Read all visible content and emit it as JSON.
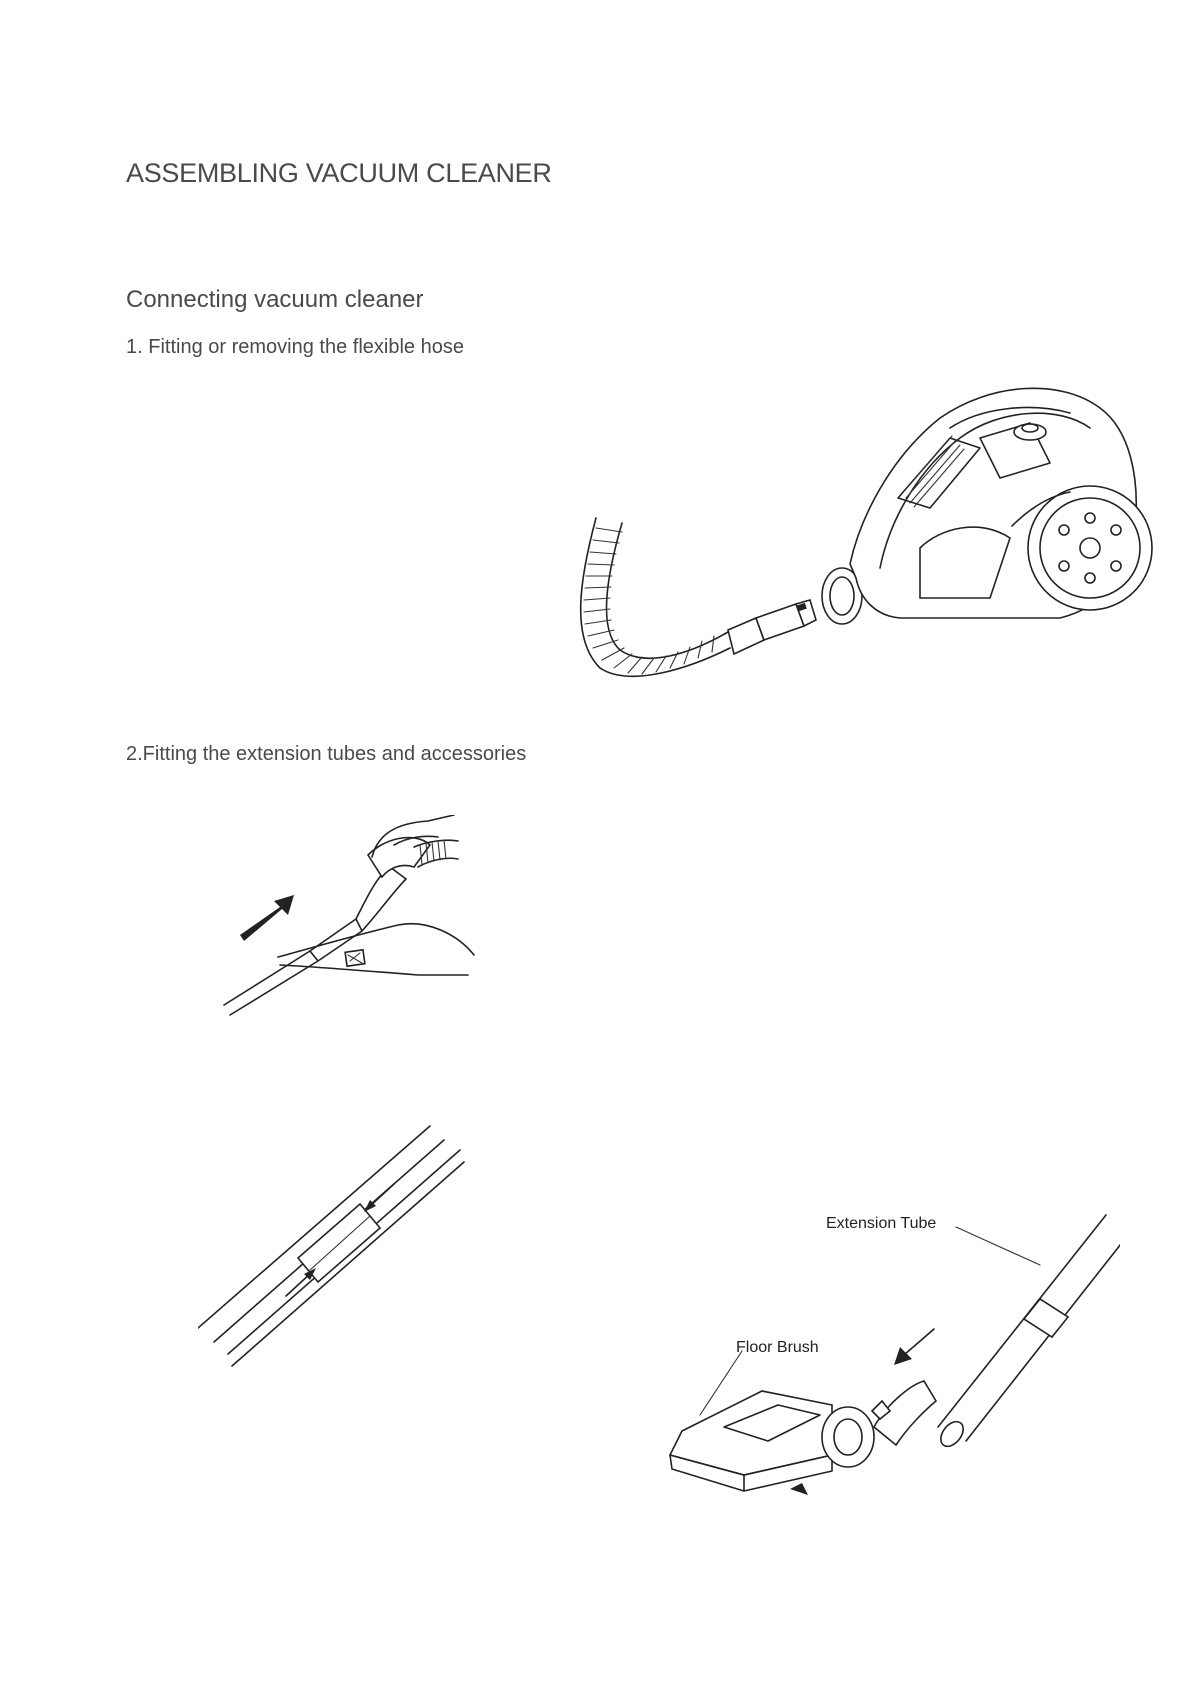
{
  "document": {
    "title": "ASSEMBLING VACUUM CLEANER",
    "section": "Connecting vacuum cleaner",
    "steps": [
      {
        "label": "1. Fitting or removing the flexible hose"
      },
      {
        "label": "2.Fitting the extension tubes and accessories"
      }
    ]
  },
  "figures": {
    "hose_connection": {
      "icon": "vacuum-cleaner-hose-illustration"
    },
    "hand_fitting": {
      "icon": "hands-fitting-tube-illustration"
    },
    "tube_joint": {
      "icon": "extension-tube-joint-illustration"
    },
    "floor_brush": {
      "icon": "floor-brush-illustration",
      "labels": {
        "extension_tube": "Extension Tube",
        "floor_brush": "Floor Brush"
      }
    }
  }
}
